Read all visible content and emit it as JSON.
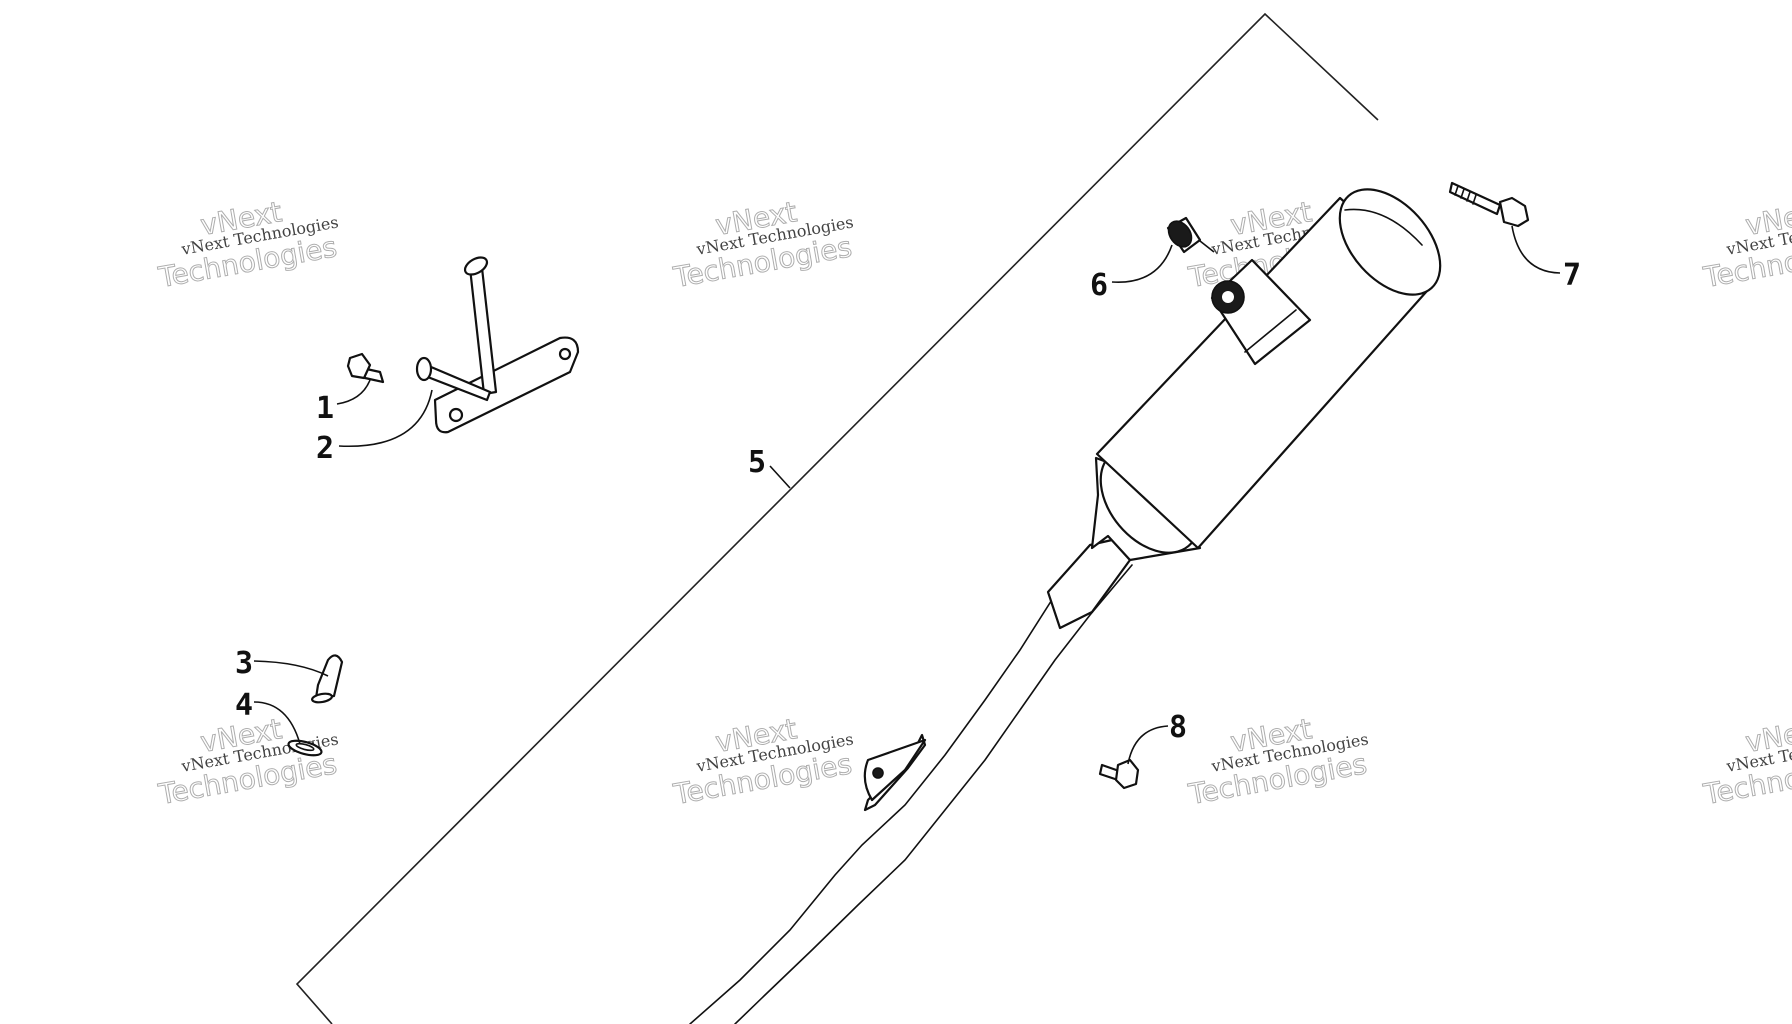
{
  "watermark": {
    "line1": "vNext",
    "line2": "vNext Technologies",
    "line3": "Technologies"
  },
  "callouts": {
    "c1": "1",
    "c2": "2",
    "c3": "3",
    "c4": "4",
    "c5": "5",
    "c6": "6",
    "c7": "7",
    "c8": "8"
  }
}
